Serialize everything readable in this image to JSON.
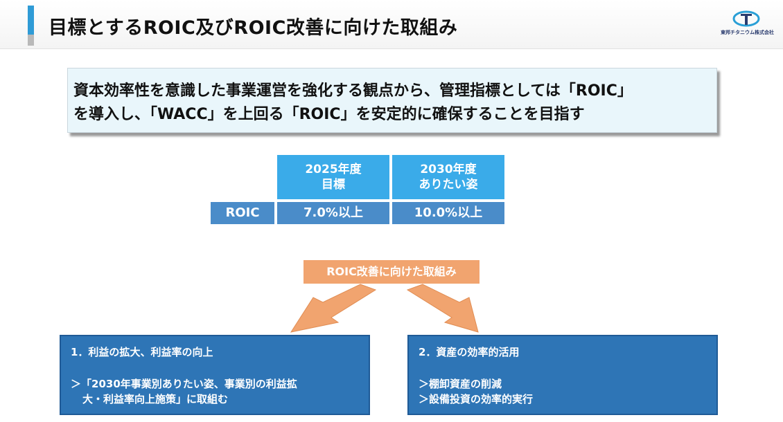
{
  "header": {
    "title": "目標とするROIC及びROIC改善に向けた取組み",
    "logo_text": "東邦チタニウム株式会社"
  },
  "goal": {
    "line1": "資本効率性を意識した事業運営を強化する観点から、管理指標としては「ROIC」",
    "line2": "を導入し、「WACC」を上回る「ROIC」を安定的に確保することを目指す"
  },
  "table": {
    "col1_line1": "2025年度",
    "col1_line2": "目標",
    "col2_line1": "2030年度",
    "col2_line2": "ありたい姿",
    "row_label": "ROIC",
    "col1_value": "7.0%以上",
    "col2_value": "10.0%以上"
  },
  "initiatives": {
    "label": "ROIC改善に向けた取組み",
    "left": {
      "title": "1．利益の拡大、利益率の向上",
      "bullet": "「2030年事業別ありたい姿、事業別の利益拡",
      "bullet_cont": "大・利益率向上施策」に取組む"
    },
    "right": {
      "title": "2．資産の効率的活用",
      "bullet1": "棚卸資産の削減",
      "bullet2": "設備投資の効率的実行"
    },
    "bullet_marker": "＞"
  },
  "colors": {
    "accent_blue": "#2f9bd6",
    "header_cell": "#3aabe9",
    "value_cell": "#4a8cc9",
    "orange": "#f1a46f",
    "box_blue": "#2e75b6"
  }
}
